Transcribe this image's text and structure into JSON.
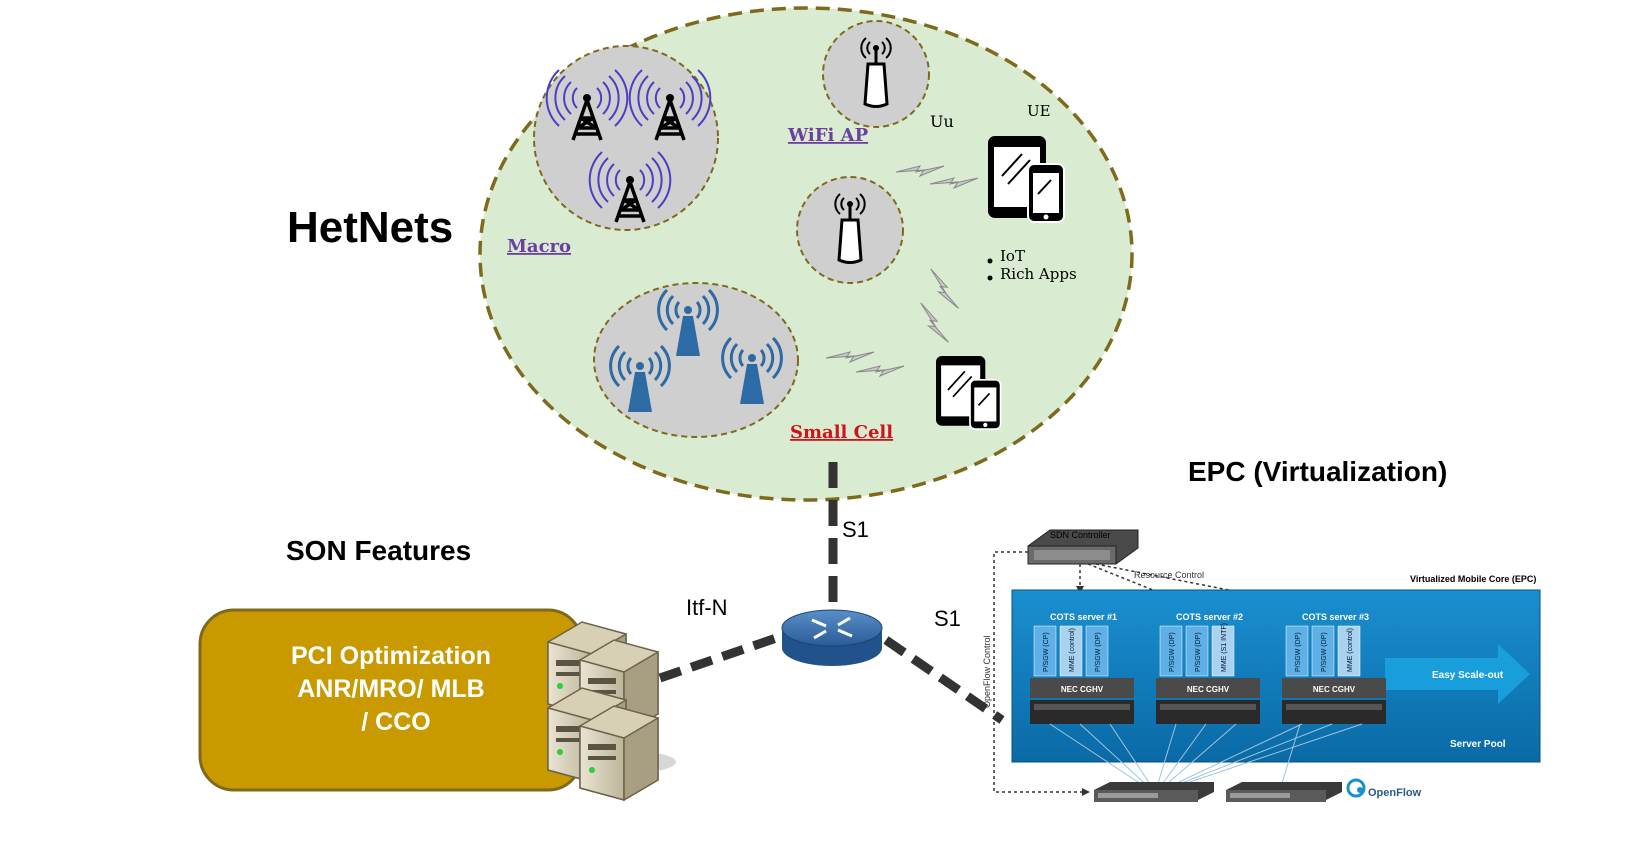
{
  "hetnets": {
    "title": "HetNets",
    "macro_label": "Macro",
    "wifi_label": "WiFi AP",
    "small_cell_label": "Small Cell",
    "uu_label": "Uu",
    "ue_label": "UE",
    "bullets": [
      "IoT",
      "Rich Apps"
    ]
  },
  "links": {
    "s1_top": "S1",
    "s1_right": "S1",
    "itf_n": "Itf-N"
  },
  "son": {
    "title": "SON Features",
    "box_lines": [
      "PCI Optimization",
      "ANR/MRO/ MLB",
      "/ CCO"
    ]
  },
  "epc": {
    "title": "EPC (Virtualization)",
    "sdn_controller": "SDN Controller",
    "resource_control": "Resource Control",
    "openflow_control": "OpenFlow Control",
    "core_title": "Virtualized Mobile Core (EPC)",
    "servers": [
      {
        "name": "COTS server #1",
        "modules": [
          "P/SGW (CP)",
          "MME (control)",
          "P/SGW (DP)"
        ],
        "hypervisor": "NEC CGHV"
      },
      {
        "name": "COTS server #2",
        "modules": [
          "P/SGW (DP)",
          "P/SGW (DP)",
          "MME (S1 INTF)"
        ],
        "hypervisor": "NEC CGHV"
      },
      {
        "name": "COTS server #3",
        "modules": [
          "P/SGW (DP)",
          "P/SGW (DP)",
          "MME (control)"
        ],
        "hypervisor": "NEC CGHV"
      }
    ],
    "scale_out": "Easy Scale-out",
    "server_pool": "Server Pool",
    "openflow_logo": "OpenFlow"
  },
  "colors": {
    "cloud_fill": "#d9ebd0",
    "cloud_stroke": "#7d6a1c",
    "cell_fill": "#cfcfcf",
    "son_fill": "#c99a00",
    "epc_blue": "#0f7fc0",
    "link_dark": "#333333"
  }
}
